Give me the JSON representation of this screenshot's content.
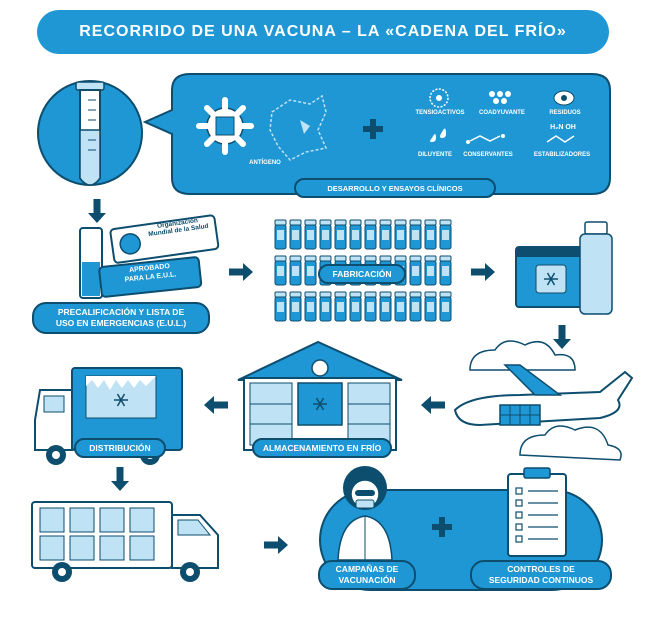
{
  "title": "RECORRIDO DE UNA VACUNA – LA «CADENA DEL FRÍO»",
  "stage1": {
    "antigen_label": "ANTÍGENO",
    "ingredients": [
      "TENSIOACTIVOS",
      "COADYUVANTE",
      "RESIDUOS",
      "DILUYENTE",
      "CONSERVANTES",
      "ESTABILIZADORES"
    ],
    "molecule_text": "H₂N   OH",
    "banner": "DESARROLLO Y ENSAYOS CLÍNICOS"
  },
  "stage2": {
    "who_line1": "Organización",
    "who_line2": "Mundial de la Salud",
    "approved_line1": "APROBADO",
    "approved_line2": "PARA LA E.U.L.",
    "banner_line1": "PRECALIFICACIÓN Y LISTA DE",
    "banner_line2": "USO EN EMERGENCIAS (E.U.L.)"
  },
  "stage3": {
    "banner": "FABRICACIÓN"
  },
  "stage4": {
    "banner": "ALMACENAMIENTO EN FRÍO"
  },
  "stage5": {
    "banner": "DISTRIBUCIÓN"
  },
  "stage6": {
    "banner_line1": "CAMPAÑAS DE",
    "banner_line2": "VACUNACIÓN",
    "controls_line1": "CONTROLES DE",
    "controls_line2": "SEGURIDAD CONTINUOS"
  },
  "colors": {
    "primary": "#1f97d4",
    "dark": "#0d4d6e",
    "light": "#bfe3f5"
  }
}
